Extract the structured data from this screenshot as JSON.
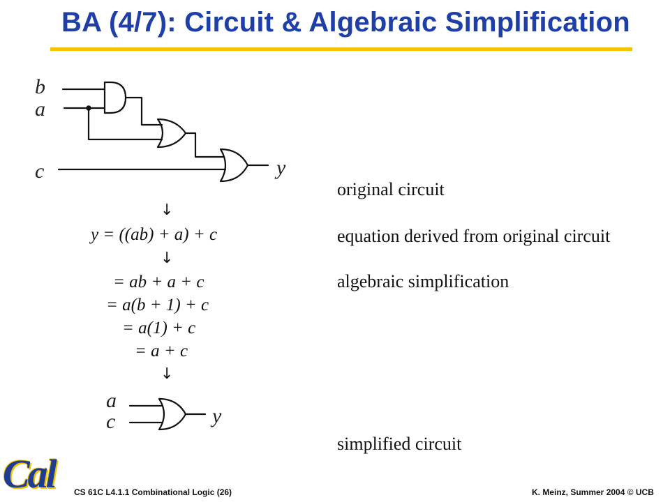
{
  "slide": {
    "title": "BA (4/7): Circuit & Algebraic Simplification"
  },
  "diagram": {
    "original_circuit_labels": [
      "b",
      "a",
      "c",
      "y"
    ],
    "simplified_circuit_labels": [
      "a",
      "c",
      "y"
    ]
  },
  "derivation": {
    "arrow": "↓",
    "equation": "y = ((ab) + a) + c",
    "steps": [
      "= ab + a + c",
      "= a(b + 1) + c",
      "= a(1) + c",
      "= a + c"
    ]
  },
  "captions": {
    "original": "original circuit",
    "derived": "equation derived from original circuit",
    "algebraic": "algebraic simplification",
    "simplified": "simplified circuit"
  },
  "footer": {
    "course": "CS 61C L4.1.1 Combinational Logic (26)",
    "credit": "K. Meinz, Summer 2004 © UCB"
  },
  "logo": {
    "text": "Cal"
  },
  "colors": {
    "title": "#1f3fa8",
    "rule": "#f5c400",
    "logo_blue": "#1c3c96",
    "logo_gold": "#f2c200"
  }
}
